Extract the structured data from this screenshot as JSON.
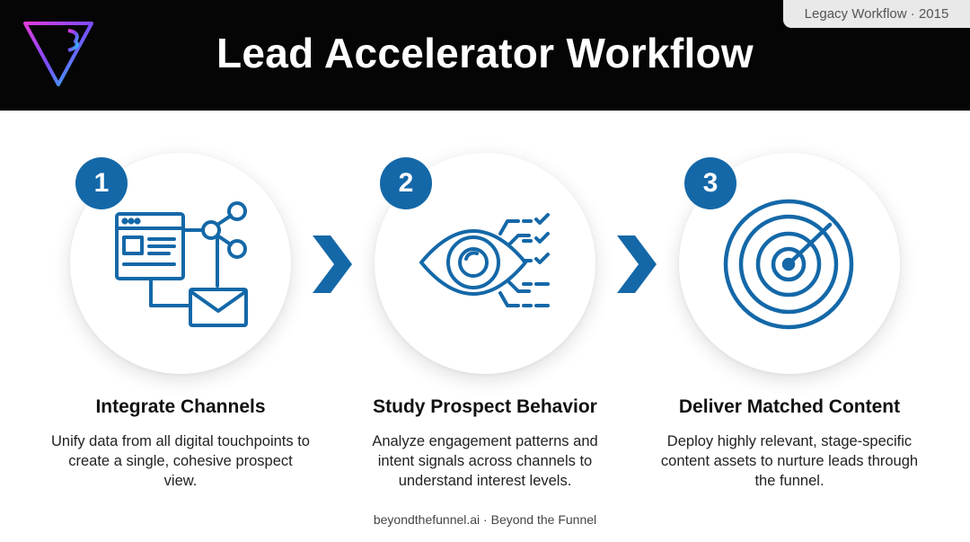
{
  "header": {
    "title": "Lead Accelerator Workflow",
    "tag": "Legacy Workflow · 2015",
    "logo_icon": "beyond-the-funnel-logo"
  },
  "colors": {
    "accent": "#1468a8",
    "header_bg": "#050505",
    "logo_gradient": [
      "#e23cd9",
      "#7a4cff",
      "#22c8f0"
    ]
  },
  "steps": [
    {
      "number": "1",
      "title": "Integrate Channels",
      "description": "Unify data from all digital touchpoints to create a single, cohesive prospect view.",
      "icon": "browser-share-email-icon"
    },
    {
      "number": "2",
      "title": "Study Prospect Behavior",
      "description": "Analyze engagement patterns and intent signals across channels to understand interest levels.",
      "icon": "eye-checklist-icon"
    },
    {
      "number": "3",
      "title": "Deliver Matched Content",
      "description": "Deploy highly relevant, stage-specific content assets to nurture leads through the funnel.",
      "icon": "target-icon"
    }
  ],
  "connector_icon": "chevron-right-icon",
  "footer": "beyondthefunnel.ai · Beyond the Funnel"
}
